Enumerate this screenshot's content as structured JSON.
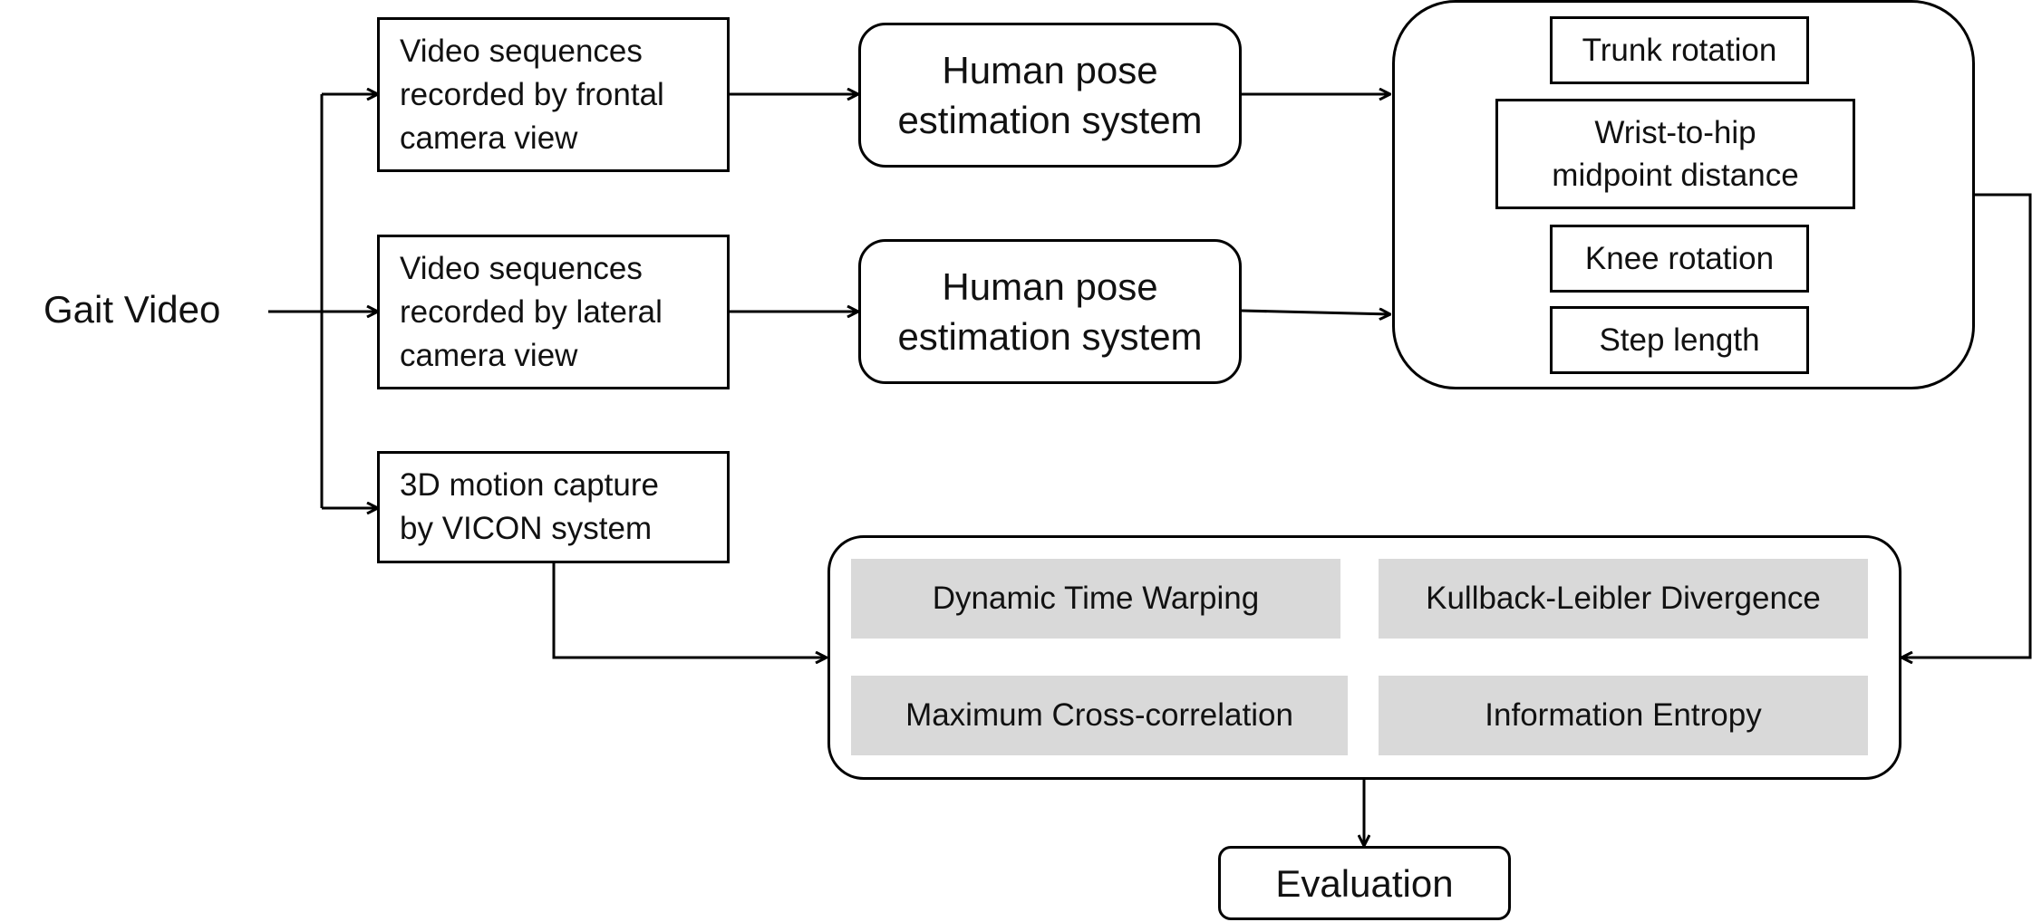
{
  "input": {
    "label": "Gait Video"
  },
  "sources": [
    {
      "label": "Video sequences\nrecorded by frontal\ncamera view"
    },
    {
      "label": "Video sequences\nrecorded by lateral\ncamera view"
    },
    {
      "label": "3D motion capture\nby VICON system"
    }
  ],
  "pose_systems": [
    {
      "label": "Human pose\nestimation system"
    },
    {
      "label": "Human pose\nestimation system"
    }
  ],
  "features": [
    {
      "label": "Trunk rotation"
    },
    {
      "label": "Wrist-to-hip\nmidpoint distance"
    },
    {
      "label": "Knee rotation"
    },
    {
      "label": "Step length"
    }
  ],
  "metrics": [
    {
      "label": "Dynamic Time Warping"
    },
    {
      "label": "Kullback-Leibler Divergence"
    },
    {
      "label": "Maximum Cross-correlation"
    },
    {
      "label": "Information Entropy"
    }
  ],
  "output": {
    "label": "Evaluation"
  }
}
